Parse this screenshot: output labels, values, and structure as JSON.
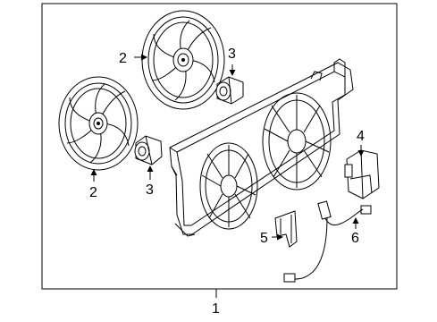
{
  "callouts": {
    "frame": "1",
    "fan_upper": "2",
    "fan_lower": "2",
    "motor_upper": "3",
    "motor_lower": "3",
    "module": "4",
    "bracket": "5",
    "harness": "6"
  }
}
